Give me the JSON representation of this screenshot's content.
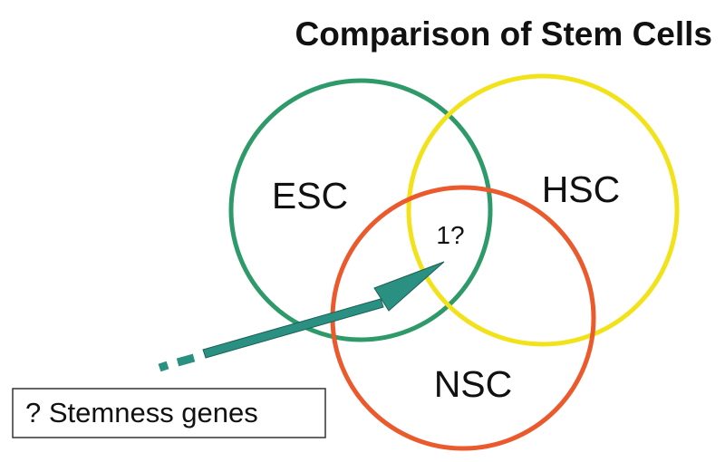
{
  "title": "Comparison of Stem Cells",
  "sets": [
    {
      "label": "ESC",
      "color": "#2e9a6a"
    },
    {
      "label": "HSC",
      "color": "#f2e21a"
    },
    {
      "label": "NSC",
      "color": "#ea5a2c"
    }
  ],
  "intersection_label": "1?",
  "callout": {
    "text": "? Stemness genes",
    "arrow_color": "#2a9082"
  }
}
